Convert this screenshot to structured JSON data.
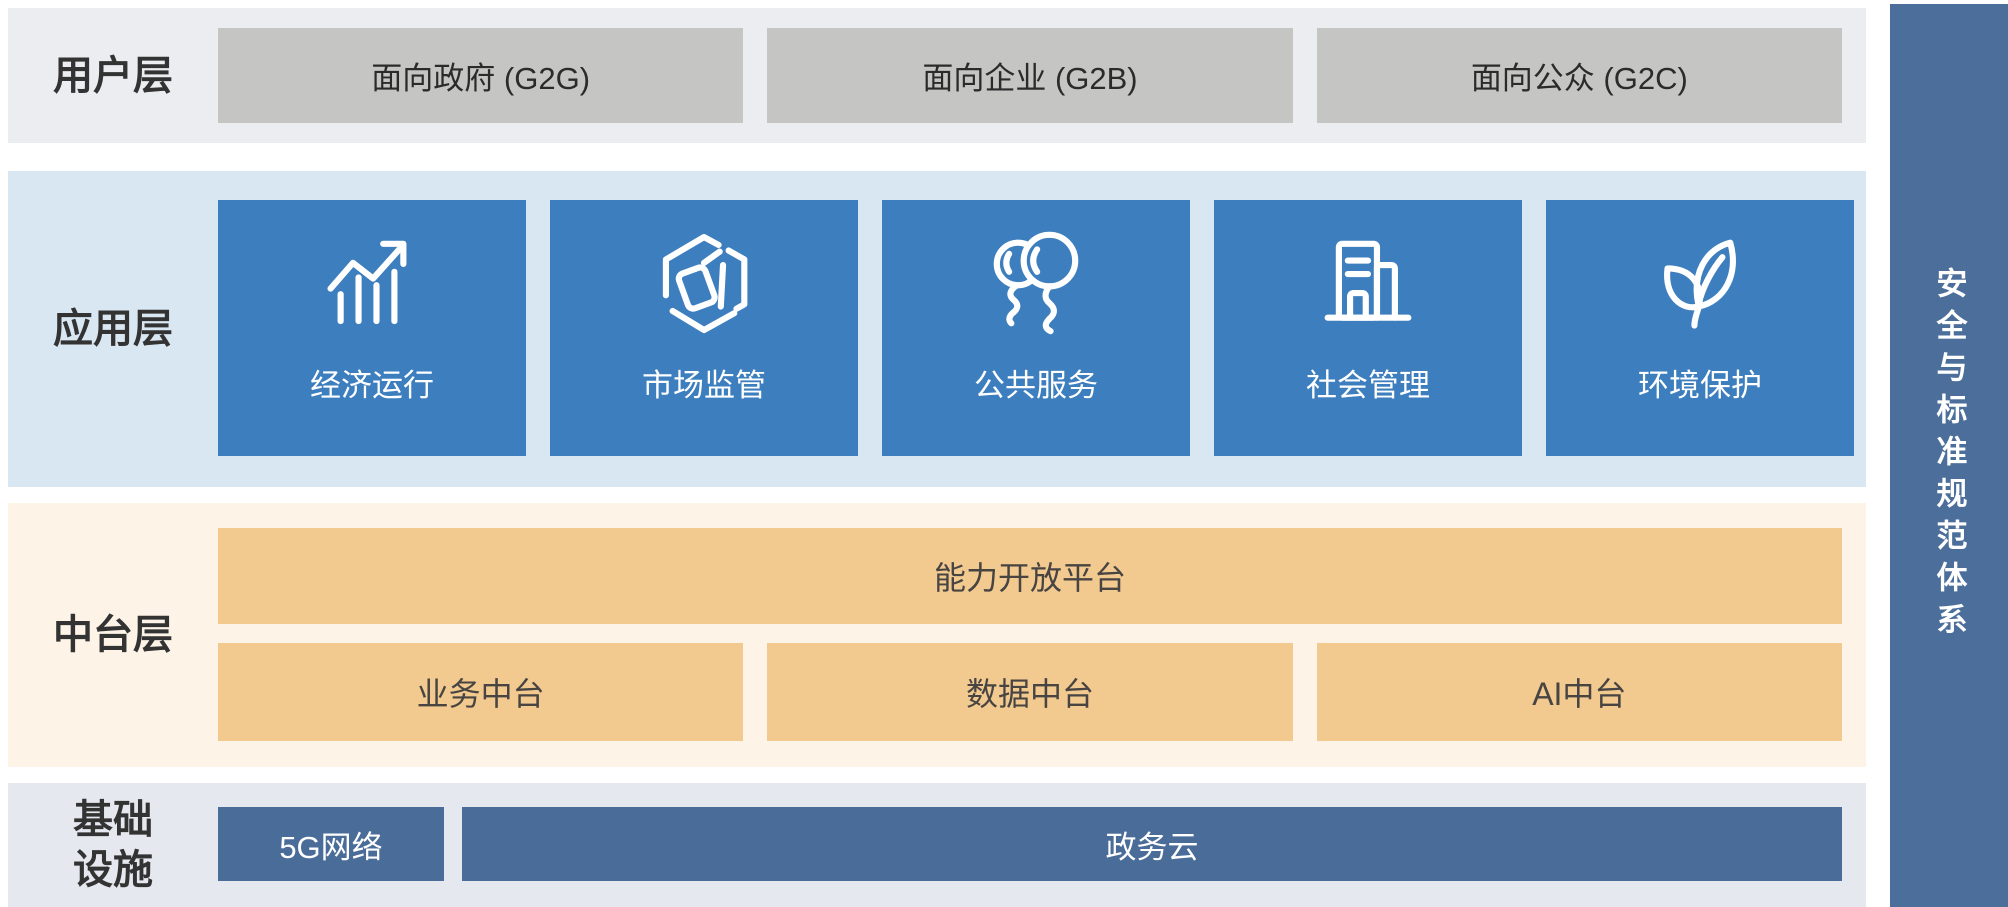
{
  "colors": {
    "user_band_bg": "#ecedf1",
    "user_box_bg": "#c5c6c4",
    "app_band_bg": "#d9e7f3",
    "app_card_bg": "#3d7ebe",
    "platform_band_bg": "#fdf4e7",
    "platform_box_bg": "#f2c98f",
    "infra_band_bg": "#e5e9ef",
    "infra_box_bg": "#4a6c99",
    "side_bar_bg": "#4c6e9b",
    "label_text": "#333333",
    "light_text": "#ffffff"
  },
  "user_layer": {
    "label": "用户层",
    "boxes": [
      "面向政府 (G2G)",
      "面向企业 (G2B)",
      "面向公众 (G2C)"
    ]
  },
  "app_layer": {
    "label": "应用层",
    "cards": [
      {
        "icon": "trend-chart-icon",
        "label": "经济运行"
      },
      {
        "icon": "cube-hexagon-icon",
        "label": "市场监管"
      },
      {
        "icon": "balloons-icon",
        "label": "公共服务"
      },
      {
        "icon": "buildings-icon",
        "label": "社会管理"
      },
      {
        "icon": "leaves-icon",
        "label": "环境保护"
      }
    ]
  },
  "platform_layer": {
    "label": "中台层",
    "top_box": "能力开放平台",
    "boxes": [
      "业务中台",
      "数据中台",
      "AI中台"
    ]
  },
  "infra_layer": {
    "label": "基础设施",
    "boxes": [
      "5G网络",
      "政务云"
    ]
  },
  "side_bar": {
    "label": "安全与标准规范体系"
  }
}
